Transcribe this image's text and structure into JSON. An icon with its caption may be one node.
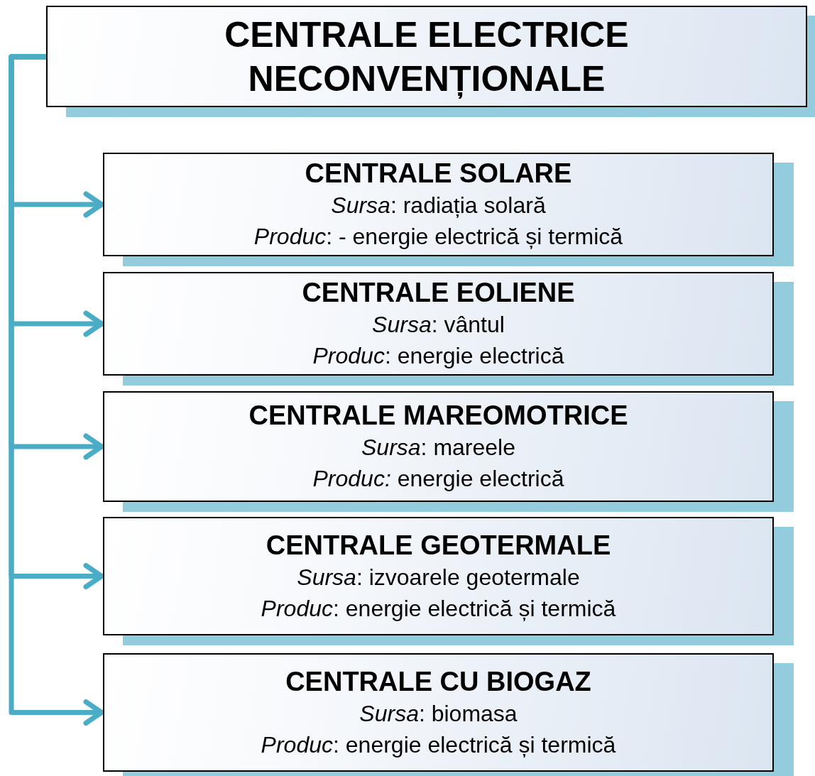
{
  "diagram": {
    "nodes": [
      {
        "text": [
          "CENTRALE ELECTRICE NECONVENȚIONALE"
        ]
      },
      {
        "text": [
          "CENTRALE SOLARE",
          "*Sursa*: radiația solară",
          "*Produc*: - energie electrică și termică"
        ]
      },
      {
        "text": [
          "CENTRALE EOLIENE",
          "*Sursa*: vântul",
          "*Produc*: energie electrică"
        ]
      },
      {
        "text": [
          "CENTRALE MAREOMOTRICE",
          "*Sursa*: mareele",
          "*Produc:* energie electrică"
        ]
      },
      {
        "text": [
          "CENTRALE GEOTERMALE",
          "*Sursa*: izvoarele geotermale",
          "*Produc*: energie electrică și termică"
        ]
      },
      {
        "text": [
          "CENTRALE CU BIOGAZ",
          "*Sursa*: biomasa",
          "*Produc*: energie electrică și termică"
        ]
      }
    ],
    "edges": [
      {
        "from": 0,
        "to": 1,
        "arrow": "to"
      },
      {
        "from": 0,
        "to": 2,
        "arrow": "to"
      },
      {
        "from": 0,
        "to": 3,
        "arrow": "to"
      },
      {
        "from": 0,
        "to": 4,
        "arrow": "to"
      },
      {
        "from": 0,
        "to": 5,
        "arrow": "to"
      }
    ]
  }
}
